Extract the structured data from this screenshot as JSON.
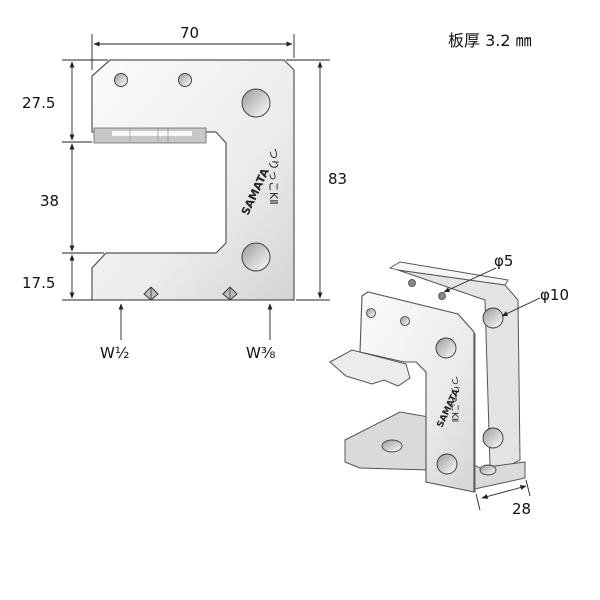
{
  "spec": {
    "plate_thickness": "板厚 3.2 ㎜"
  },
  "front_view": {
    "width_label": "70",
    "height_label": "83",
    "segment_top": "27.5",
    "segment_middle": "38",
    "segment_bottom": "17.5",
    "callout_left": "W½",
    "callout_right": "W⅜",
    "brand_logo_text": "SAMATA",
    "product_name": "つりっこKⅡ"
  },
  "iso_view": {
    "small_hole_label": "φ5",
    "large_hole_label": "φ10",
    "depth_label": "28",
    "brand_logo_text": "SAMATA",
    "product_name": "つりっこKⅡ"
  },
  "colors": {
    "metal_light": "#f4f4f4",
    "metal_mid": "#d8d8d8",
    "metal_dark": "#9a9a9a",
    "outline": "#444444",
    "dim_line": "#222222"
  }
}
